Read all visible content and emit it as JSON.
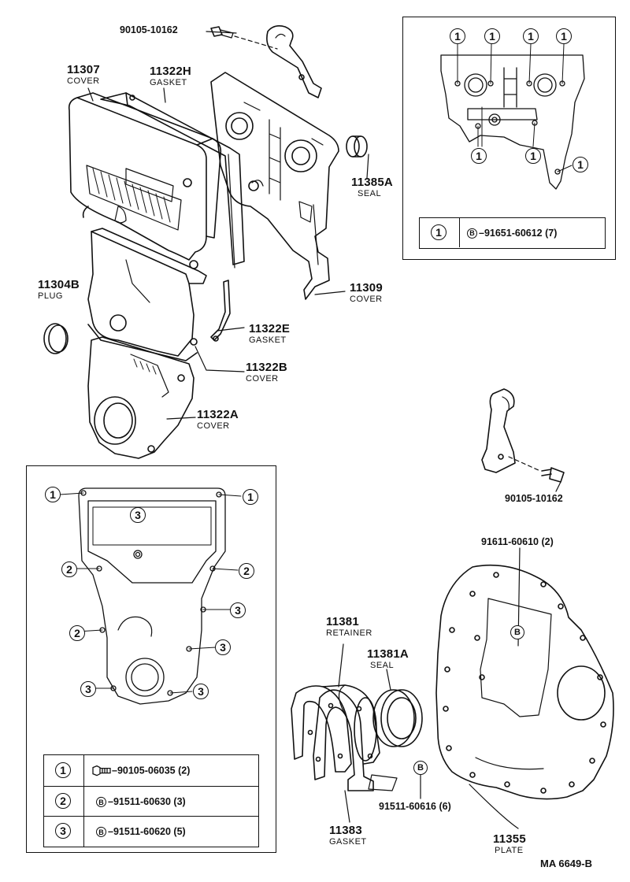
{
  "callouts": [
    {
      "number": "11307",
      "name": "COVER"
    },
    {
      "number": "11322H",
      "name": "GASKET"
    },
    {
      "number": "11385A",
      "name": "SEAL"
    },
    {
      "number": "11304B",
      "name": "PLUG"
    },
    {
      "number": "11309",
      "name": "COVER"
    },
    {
      "number": "11322E",
      "name": "GASKET"
    },
    {
      "number": "11322B",
      "name": "COVER"
    },
    {
      "number": "11322A",
      "name": "COVER"
    },
    {
      "number": "11381",
      "name": "RETAINER"
    },
    {
      "number": "11381A",
      "name": "SEAL"
    },
    {
      "number": "11383",
      "name": "GASKET"
    },
    {
      "number": "11355",
      "name": "PLATE"
    }
  ],
  "part_numbers": {
    "bolt_top": "90105-10162",
    "bolt_right": "90105-10162",
    "plate_bolt": "91611-60610 (2)",
    "retainer_bolt": "91511-60616 (6)"
  },
  "marks": {
    "b": "B"
  },
  "keys": [
    "1",
    "2",
    "3"
  ],
  "legend_top": [
    {
      "key": "1",
      "mark": "B",
      "text": "91651-60612 (7)"
    }
  ],
  "legend_bottom": [
    {
      "key": "1",
      "mark": "",
      "text": "90105-06035 (2)"
    },
    {
      "key": "2",
      "mark": "B",
      "text": "91511-60630 (3)"
    },
    {
      "key": "3",
      "mark": "B",
      "text": "91511-60620 (5)"
    }
  ],
  "footer": {
    "code": "MA  6649-B"
  }
}
